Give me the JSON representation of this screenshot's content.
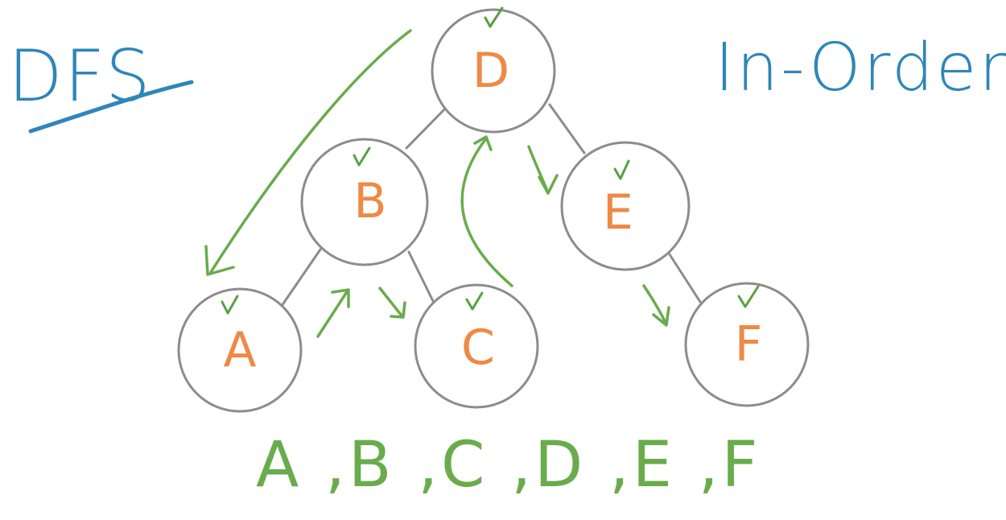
{
  "title": "DFS",
  "traversal_type": "In-Order",
  "nodes": {
    "D": "D",
    "B": "B",
    "E": "E",
    "A": "A",
    "C": "C",
    "F": "F"
  },
  "visited_mark": "✓",
  "sequence": "A ,B ,C ,D ,E ,F",
  "colors": {
    "title": "#2f86b8",
    "node_label": "#ee8a45",
    "node_outline": "#8c8c8c",
    "traversal": "#69ac4c"
  }
}
